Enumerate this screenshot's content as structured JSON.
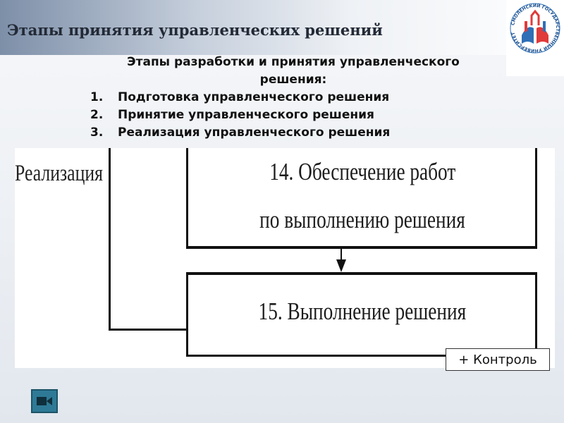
{
  "slide": {
    "title": "Этапы принятия управленческих решений"
  },
  "logo": {
    "icon": "university-book-icon",
    "ring_text": "СМОЛЕНСКИЙ ГОСУДАРСТВЕННЫЙ УНИВЕРСИТЕТ",
    "colors": [
      "#e03a3a",
      "#2f6fb6",
      "#1a4f8f"
    ]
  },
  "stages": {
    "heading_line1": "Этапы разработки и принятия управленческого",
    "heading_line2": "решения:",
    "items": [
      {
        "num": "1.",
        "label": "Подготовка управленческого решения"
      },
      {
        "num": "2.",
        "label": "Принятие управленческого решения"
      },
      {
        "num": "3.",
        "label": "Реализация управленческого решения"
      }
    ]
  },
  "diagram": {
    "phase_label": "Реализация",
    "box14_line1": "14. Обеспечение работ",
    "box14_line2": "по выполнению решения",
    "box15_text": "15. Выполнение решения"
  },
  "control_button": {
    "label": "+ Контроль"
  },
  "media_button": {
    "icon": "video-camera-icon",
    "color": "#2e7a96"
  }
}
